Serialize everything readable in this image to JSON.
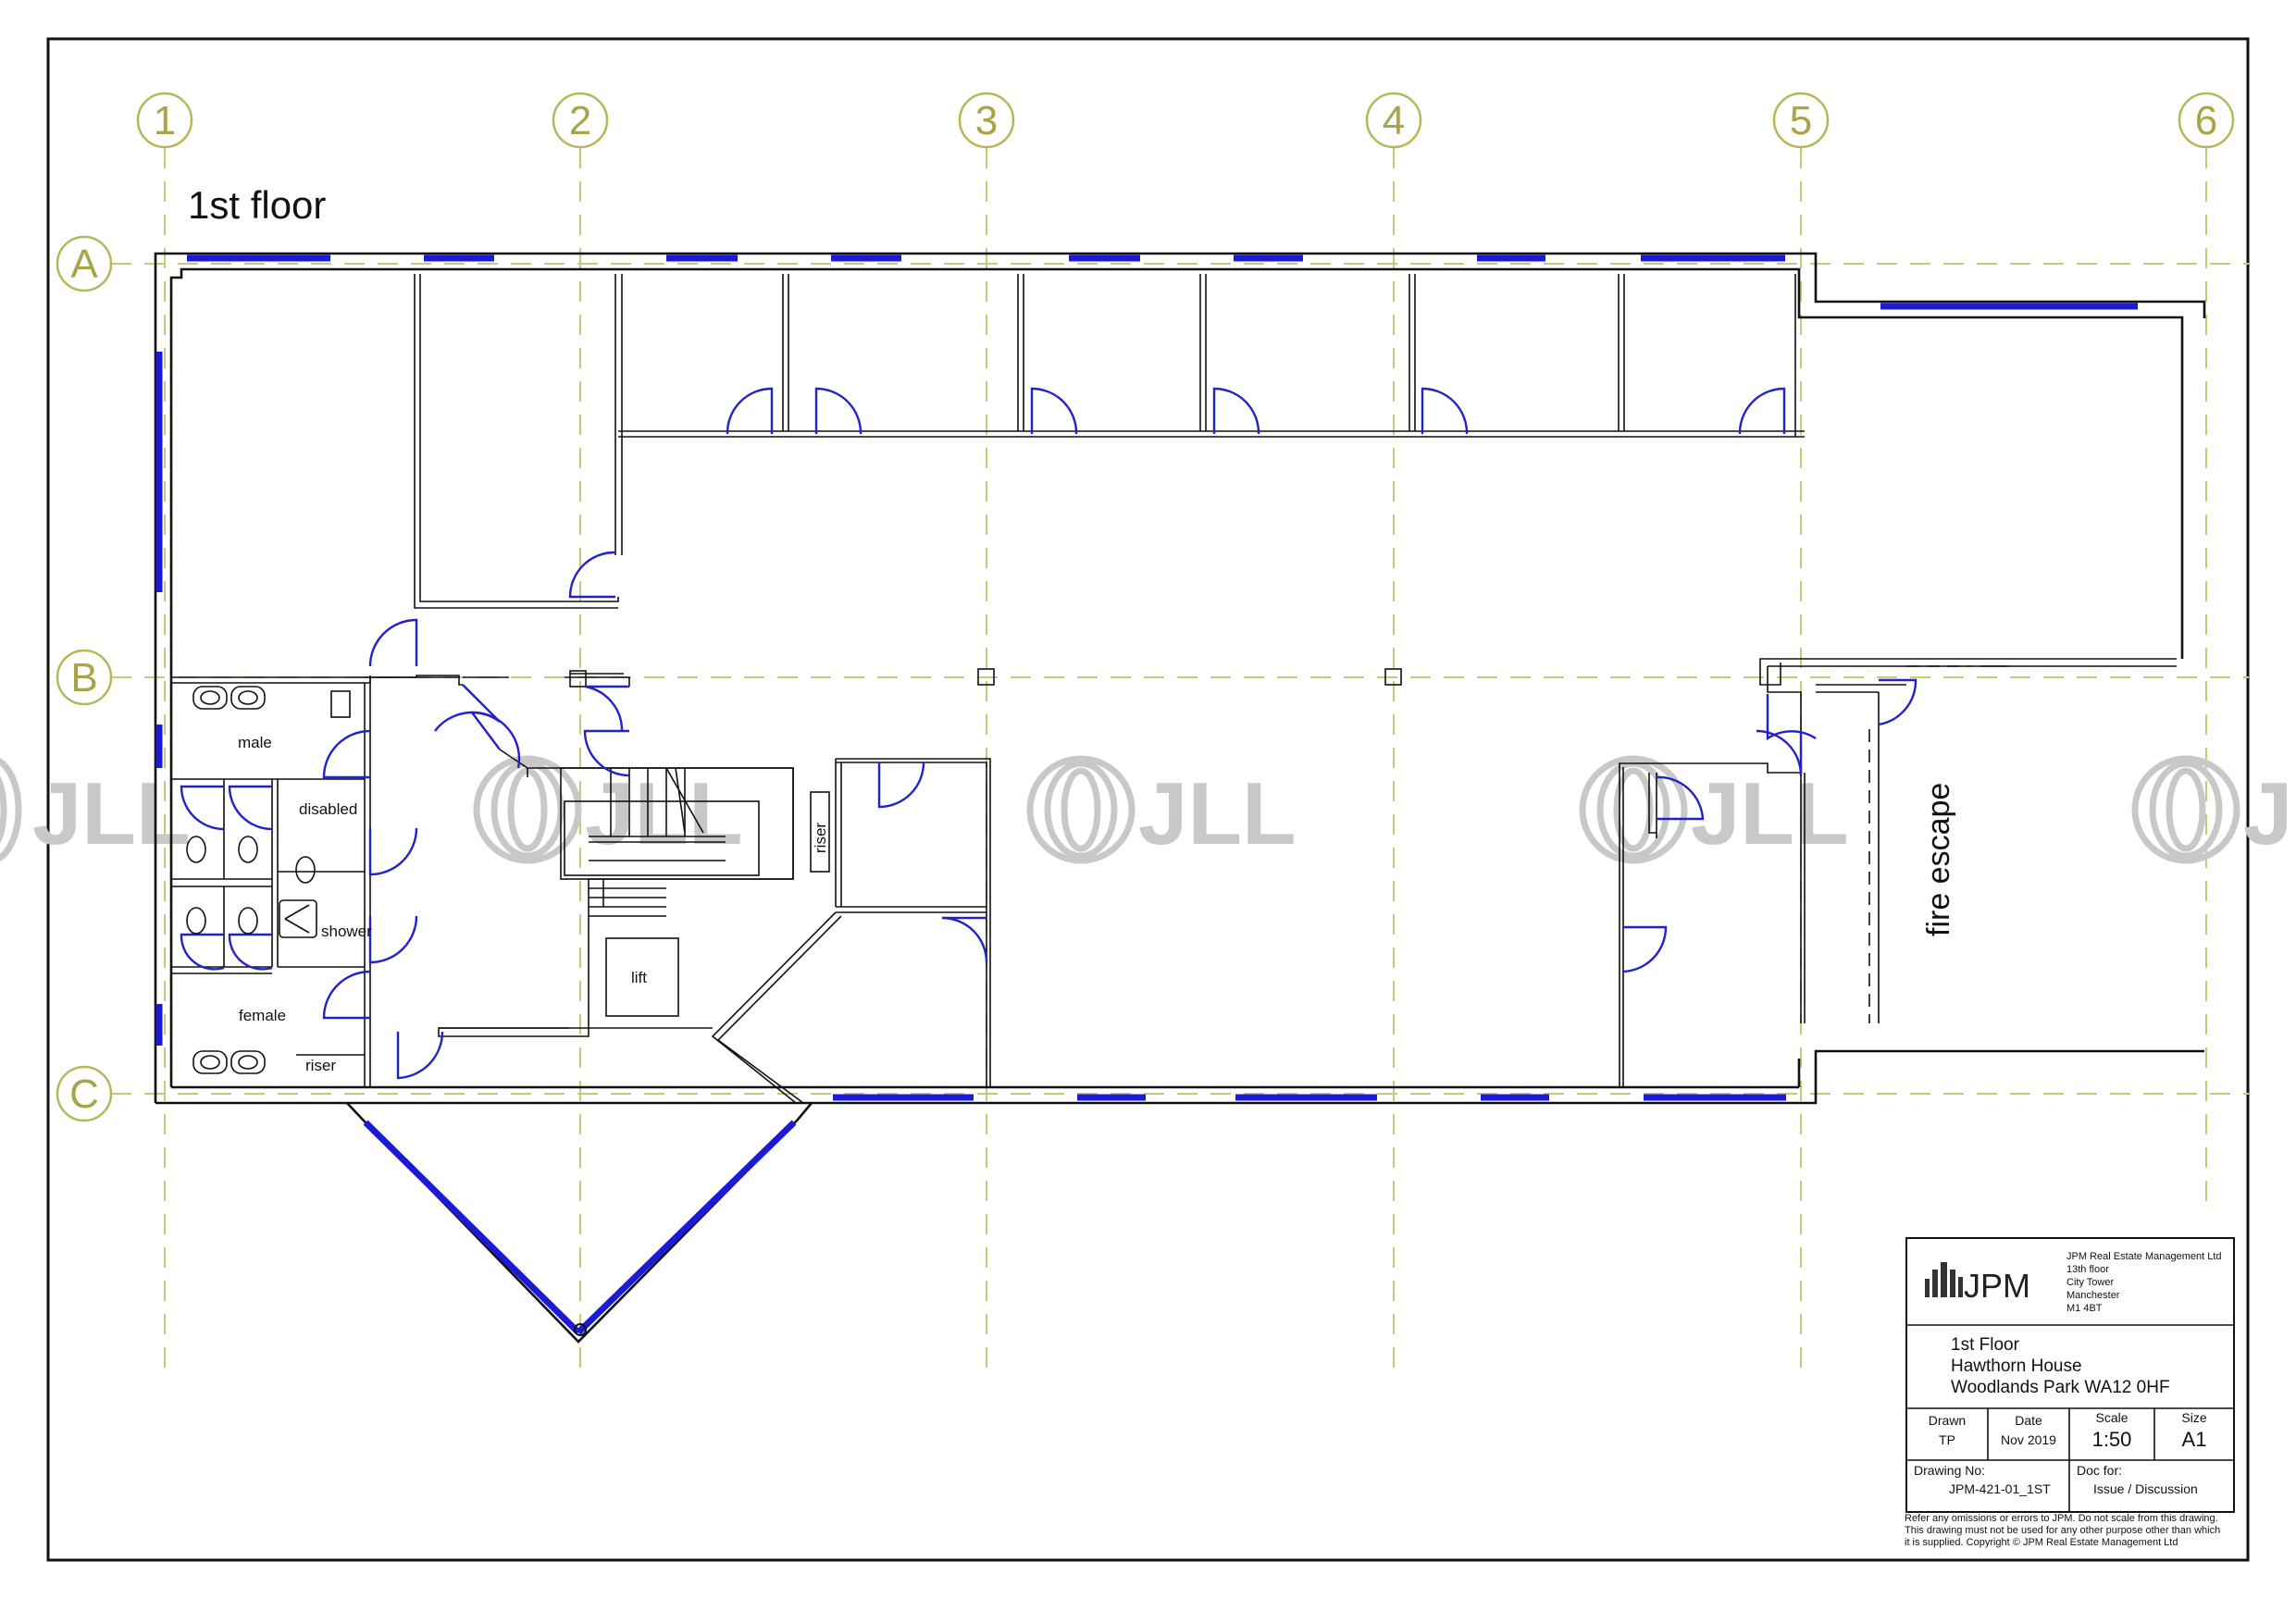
{
  "drawing": {
    "floor_heading": "1st floor",
    "grid_columns": [
      "1",
      "2",
      "3",
      "4",
      "5",
      "6"
    ],
    "grid_rows": [
      "A",
      "B",
      "C"
    ],
    "room_labels": {
      "male": "male",
      "disabled": "disabled",
      "shower": "shower",
      "female": "female",
      "riser_toilets": "riser",
      "riser_core": "riser",
      "lift": "lift",
      "fire_escape": "fire escape"
    },
    "watermark": "JLL",
    "colors": {
      "grid": "#c9c77a",
      "walls": "#111111",
      "windows": "#1a1ad8",
      "doors": "#2222cc",
      "watermark": "#c8c8c8"
    }
  },
  "title_block": {
    "logo_text": "JPM",
    "company": {
      "name": "JPM Real Estate Management Ltd",
      "line1": "13th floor",
      "line2": "City Tower",
      "line3": "Manchester",
      "line4": "M1 4BT"
    },
    "project": {
      "line1": "1st Floor",
      "line2": "Hawthorn House",
      "line3": "Woodlands Park WA12 0HF"
    },
    "drawn_label": "Drawn",
    "drawn_value": "TP",
    "date_label": "Date",
    "date_value": "Nov 2019",
    "scale_label": "Scale",
    "scale_value": "1:50",
    "size_label": "Size",
    "size_value": "A1",
    "drawing_no_label": "Drawing No:",
    "drawing_no_value": "JPM-421-01_1ST",
    "doc_for_label": "Doc for:",
    "doc_for_value": "Issue / Discussion",
    "disclaimer_line1": "Refer any omissions or errors to JPM. Do not scale from this drawing.",
    "disclaimer_line2": "This drawing must not be used for any other purpose other than which",
    "disclaimer_line3": "it is supplied. Copyright © JPM Real Estate Management Ltd"
  }
}
